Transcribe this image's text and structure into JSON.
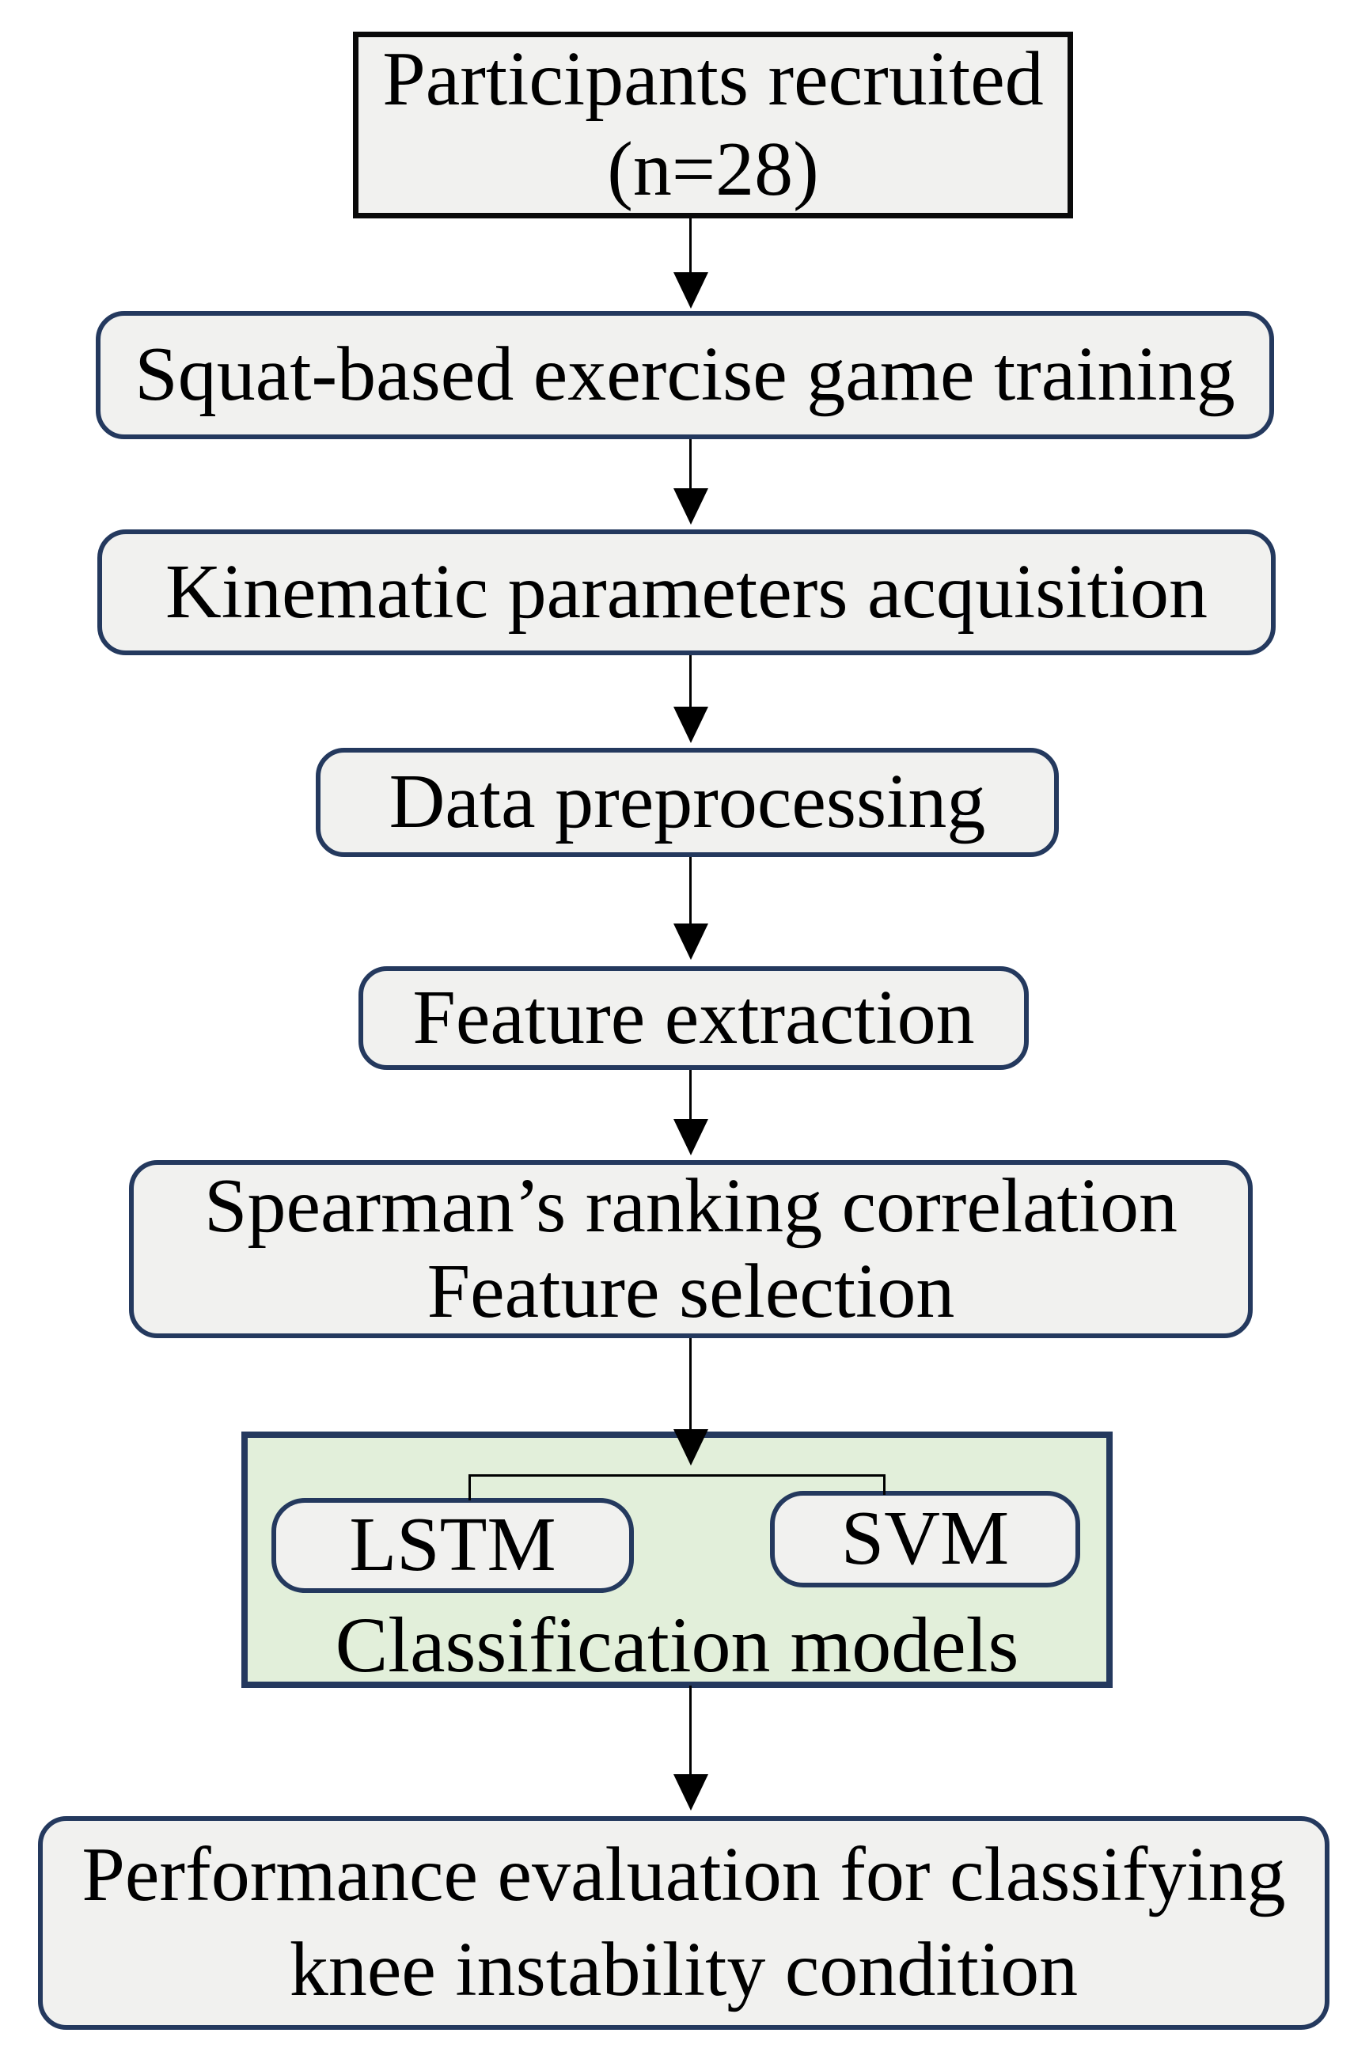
{
  "diagram": {
    "type": "flowchart",
    "colors": {
      "background": "#ffffff",
      "box_fill": "#f1f1ef",
      "group_fill": "#e2efda",
      "navy_border": "#24395e",
      "black_border": "#0a0a0a",
      "arrow": "#000000",
      "text": "#000000"
    },
    "nodes": {
      "participants": {
        "line1": "Participants recruited",
        "line2": "(n=28)"
      },
      "squat_training": {
        "label": "Squat-based exercise game training"
      },
      "kinematic_acquisition": {
        "label": "Kinematic parameters acquisition"
      },
      "data_preprocessing": {
        "label": "Data preprocessing"
      },
      "feature_extraction": {
        "label": "Feature extraction"
      },
      "feature_selection": {
        "line1": "Spearman’s ranking correlation",
        "line2": "Feature selection"
      },
      "lstm": {
        "label": "LSTM"
      },
      "svm": {
        "label": "SVM"
      },
      "classification_models": {
        "label": "Classification models"
      },
      "performance_evaluation": {
        "line1": "Performance evaluation for classifying",
        "line2": "knee instability condition"
      }
    }
  }
}
